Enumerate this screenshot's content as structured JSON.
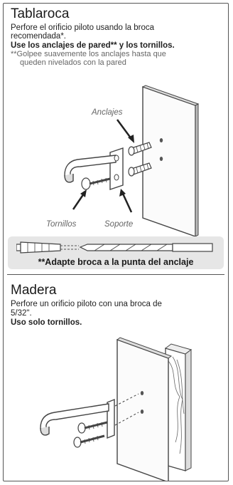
{
  "tablaroca": {
    "title": "Tablaroca",
    "line1": "Perfore el orificio piloto usando la broca",
    "line2": "recomendada*.",
    "line3": "Use los anclajes de pared** y los tornillos.",
    "note1": "**Golpee suavemente los anclajes hasta que",
    "note2": "queden nivelados con la pared",
    "label_anclajes": "Anclajes",
    "label_tornillos": "Tornillos",
    "label_soporte": "Soporte",
    "tip": "**Adapte broca a la punta del anclaje"
  },
  "madera": {
    "title": "Madera",
    "line1": "Perfore un orificio piloto con una broca de",
    "line2": "5/32\".",
    "line3": "Uso solo tornillos."
  }
}
